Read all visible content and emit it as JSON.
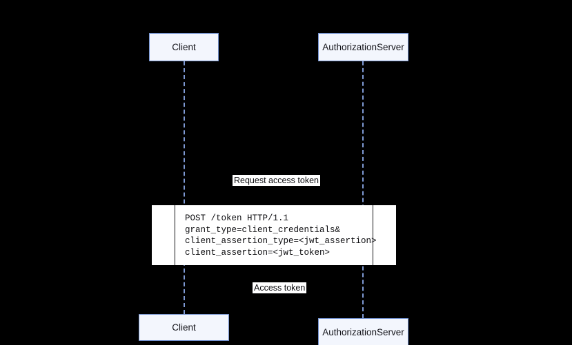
{
  "diagram": {
    "type": "sequence-diagram",
    "background_color": "#000000",
    "participant_fill": "#f3f6fd",
    "participant_border": "#7392d0",
    "lifeline_color": "#7f9ad4",
    "note_background": "#ffffff"
  },
  "participants": [
    {
      "id": "client",
      "label": "Client"
    },
    {
      "id": "authorization_server",
      "label": "AuthorizationServer"
    }
  ],
  "participants_bottom": [
    {
      "id": "client",
      "label": "Client"
    },
    {
      "id": "authorization_server",
      "label": "AuthorizationServer"
    }
  ],
  "messages": [
    {
      "id": "request",
      "label": "Request access token",
      "from": "client",
      "to": "authorization_server"
    },
    {
      "id": "response",
      "label": "Access token",
      "from": "authorization_server",
      "to": "client"
    }
  ],
  "note": {
    "id": "token-request-note",
    "code": "POST /token HTTP/1.1\ngrant_type=client_credentials&\nclient_assertion_type=<jwt_assertion>\nclient_assertion=<jwt_token>",
    "lines": [
      "POST /token HTTP/1.1",
      "grant_type=client_credentials&",
      "client_assertion_type=<jwt_assertion>",
      "client_assertion=<jwt_token>"
    ]
  }
}
